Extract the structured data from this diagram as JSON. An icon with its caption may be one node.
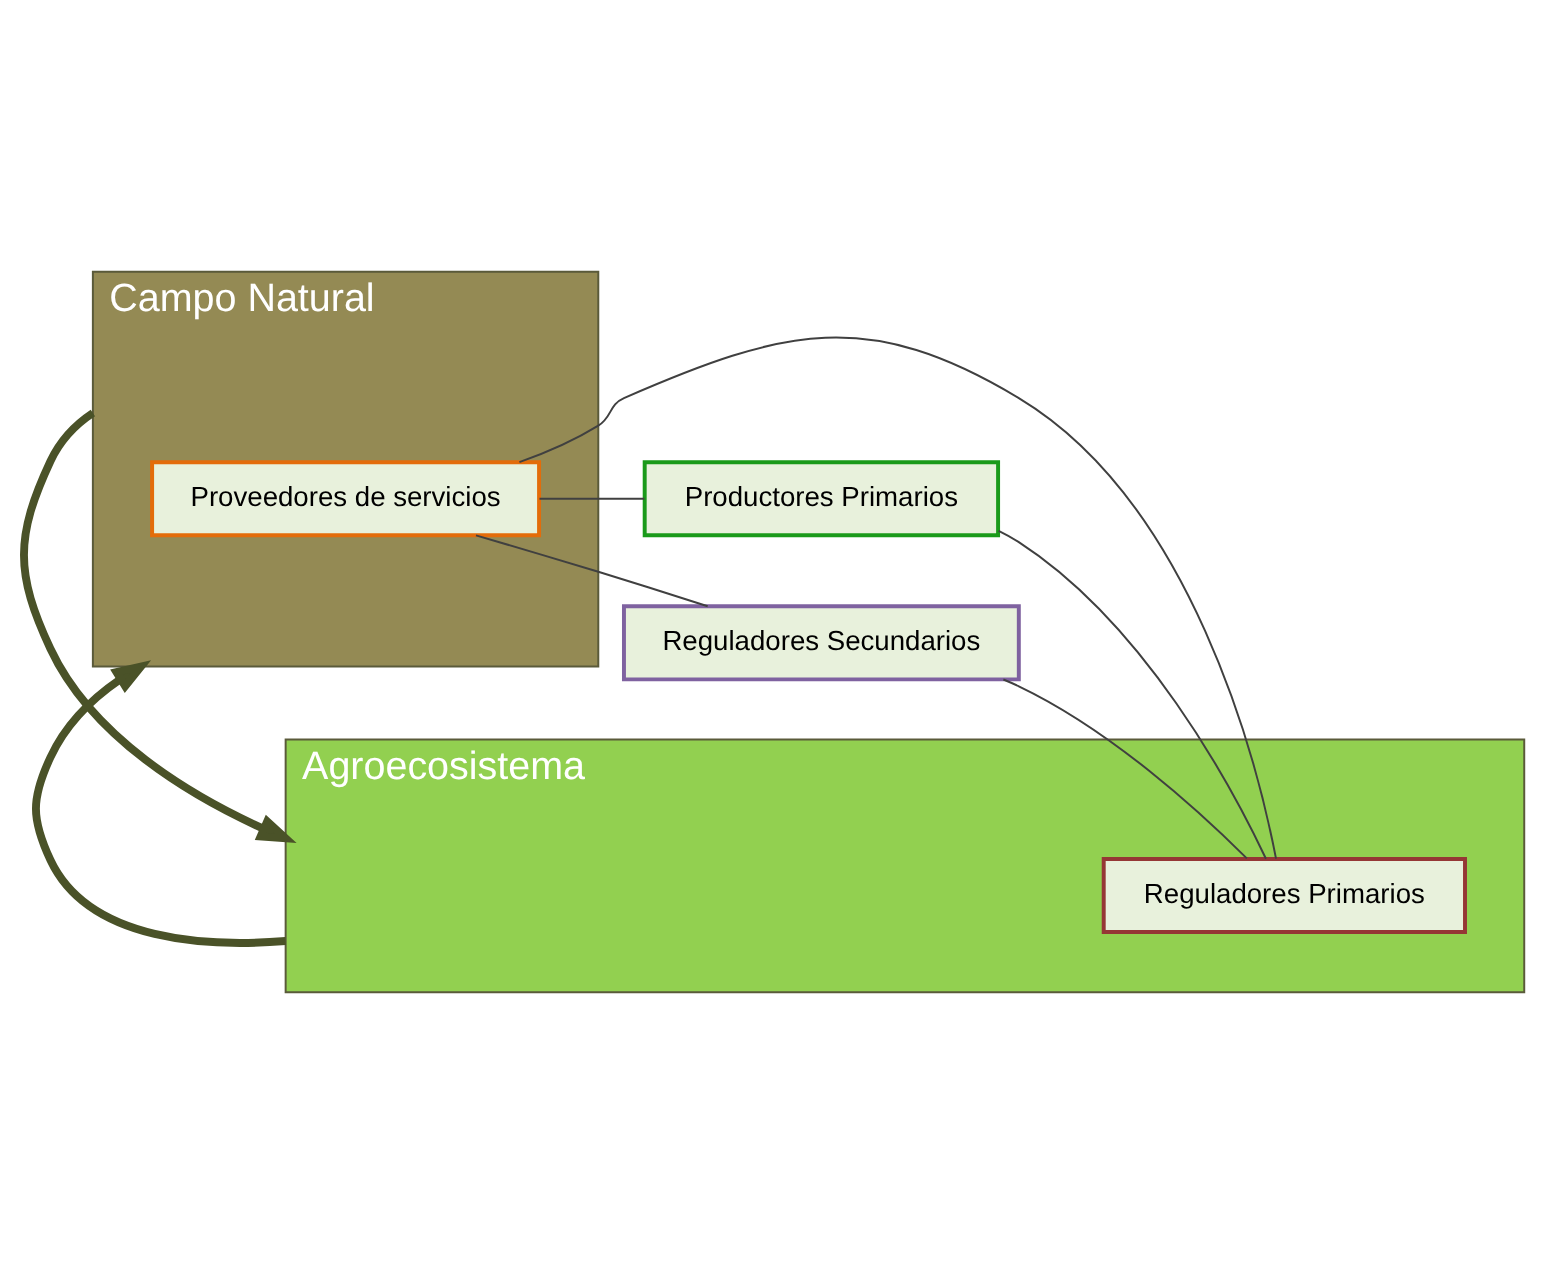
{
  "diagram": {
    "nodes": [
      {
        "text": [
          "Campo Natural"
        ]
      },
      {
        "text": [
          "Agroecosistema"
        ]
      },
      {
        "text": [
          "Productores Primarios"
        ]
      },
      {
        "text": [
          "Proveedores de servicios"
        ],
        "in": 0
      },
      {
        "text": [
          "Reguladores Primarios"
        ],
        "in": 1
      },
      {
        "text": [
          "Reguladores Secundarios"
        ]
      }
    ],
    "edges": [
      {
        "from": 0,
        "to": 1,
        "arrow": "to",
        "style": "thick",
        "color": "#4a5228"
      },
      {
        "from": 2,
        "to": 3,
        "arrow": "none"
      },
      {
        "from": 2,
        "to": 4,
        "arrow": "none"
      },
      {
        "from": 3,
        "to": 4,
        "arrow": "none"
      },
      {
        "from": 3,
        "to": 5,
        "arrow": "none"
      },
      {
        "from": 4,
        "to": 5,
        "arrow": "none"
      },
      {
        "from": 1,
        "to": 0,
        "arrow": "to",
        "style": "thick",
        "color": "#4a5228"
      }
    ]
  }
}
